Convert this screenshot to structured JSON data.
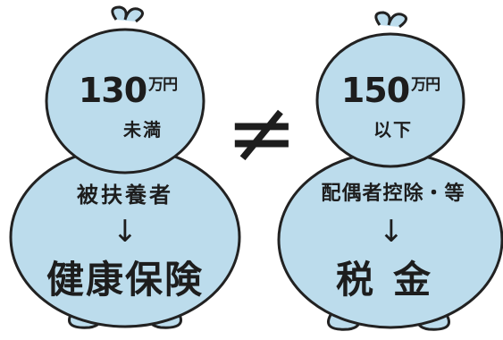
{
  "left": {
    "amount": "130",
    "unit": "万円",
    "qualifier": "未満",
    "label": "被扶養者",
    "arrow": "↓",
    "result": "健康保険"
  },
  "middle": {
    "symbol": "≠"
  },
  "right": {
    "amount": "150",
    "unit": "万円",
    "qualifier": "以下",
    "label": "配偶者控除・等",
    "arrow": "↓",
    "result": "税金"
  },
  "colors": {
    "fill": "#bcdcec",
    "outline": "#222222",
    "background": "#ffffff"
  }
}
